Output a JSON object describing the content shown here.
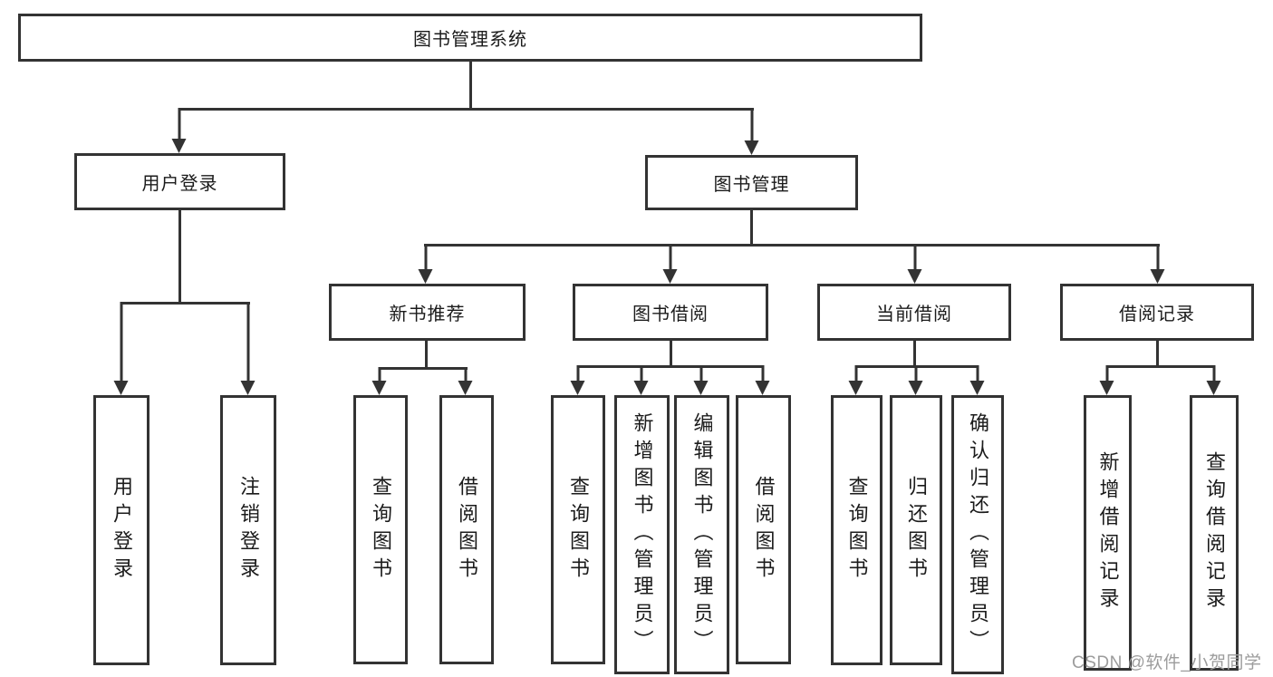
{
  "diagram": {
    "title_node": "图书管理系统",
    "root": {
      "label": "图书管理系统"
    },
    "branches": [
      {
        "label": "用户登录",
        "children": [
          {
            "label": "用户登录"
          },
          {
            "label": "注销登录"
          }
        ]
      },
      {
        "label": "图书管理",
        "children": [
          {
            "label": "新书推荐",
            "children": [
              {
                "label": "查询图书"
              },
              {
                "label": "借阅图书"
              }
            ]
          },
          {
            "label": "图书借阅",
            "children": [
              {
                "label": "查询图书"
              },
              {
                "label": "新增图书（管理员）"
              },
              {
                "label": "编辑图书（管理员）"
              },
              {
                "label": "借阅图书"
              }
            ]
          },
          {
            "label": "当前借阅",
            "children": [
              {
                "label": "查询图书"
              },
              {
                "label": "归还图书"
              },
              {
                "label": "确认归还（管理员）"
              }
            ]
          },
          {
            "label": "借阅记录",
            "children": [
              {
                "label": "新增借阅记录"
              },
              {
                "label": "查询借阅记录"
              }
            ]
          }
        ]
      }
    ]
  },
  "watermark": {
    "text": "CSDN @软件_小贺同学"
  },
  "colors": {
    "line": "#333333",
    "text": "#1b1b1b",
    "watermark": "#9c9c9c",
    "background": "#ffffff"
  }
}
